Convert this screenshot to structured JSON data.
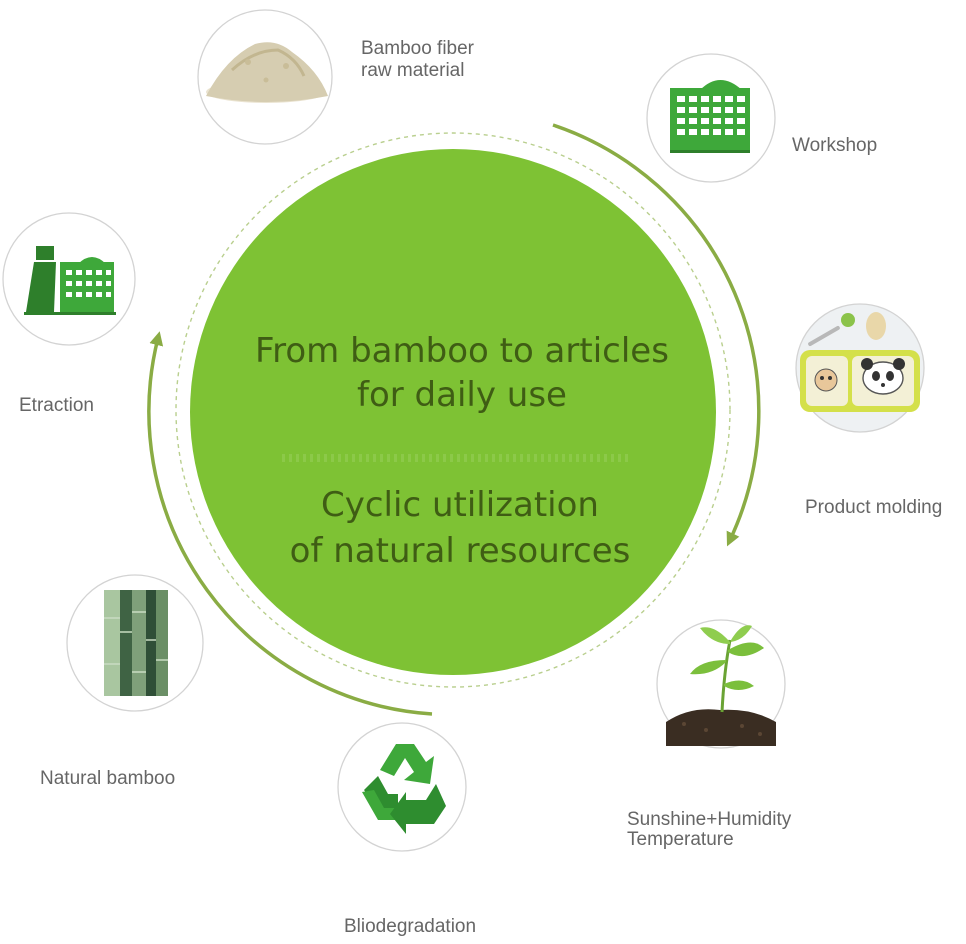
{
  "center": {
    "headline_line1": "From bamboo to articles",
    "headline_line2": "for daily use",
    "sub_line1": "Cyclic utilization",
    "sub_line2": "of natural resources"
  },
  "steps": {
    "bamboo_fiber": {
      "line1": "Bamboo fiber",
      "line2": "raw material",
      "icon": "powder-pile-icon"
    },
    "workshop": {
      "label": "Workshop",
      "icon": "factory-building-icon"
    },
    "product_molding": {
      "label": "Product molding",
      "icon": "panda-plate-icon"
    },
    "sunshine": {
      "line1": "Sunshine+Humidity",
      "line2": "Temperature",
      "icon": "sprout-icon"
    },
    "biodegradation": {
      "label": "Bliodegradation",
      "icon": "recycle-icon"
    },
    "natural_bamboo": {
      "label": "Natural bamboo",
      "icon": "bamboo-stalks-icon"
    },
    "extraction": {
      "label": "Etraction",
      "icon": "factory-chimney-icon"
    }
  },
  "colors": {
    "center_fill": "#7ec234",
    "center_text": "#3f5d14",
    "arrow": "#8aac44",
    "icon_green": "#3ea83a",
    "label_grey": "#666666"
  }
}
